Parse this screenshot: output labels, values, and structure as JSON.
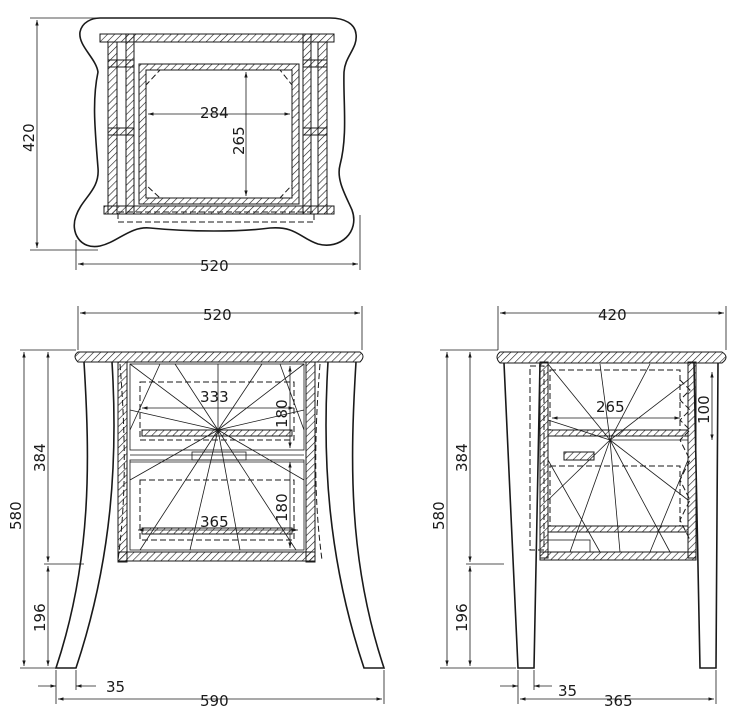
{
  "top_view": {
    "width_label": "520",
    "depth_label": "420",
    "inner_width_label": "284",
    "inner_depth_label": "265"
  },
  "front_view": {
    "top_width_label": "520",
    "height_label": "580",
    "body_height_label": "384",
    "leg_height_label": "196",
    "drawer_width_label": "333",
    "drawer_width2_label": "365",
    "drawer_height1_label": "180",
    "drawer_height2_label": "180",
    "leg_offset_label": "35",
    "base_width_label": "590"
  },
  "side_view": {
    "top_depth_label": "420",
    "height_label": "580",
    "body_height_label": "384",
    "leg_height_label": "196",
    "inner_depth_label": "265",
    "inner_height_label": "100",
    "leg_offset_label": "35",
    "base_depth_label": "365"
  }
}
